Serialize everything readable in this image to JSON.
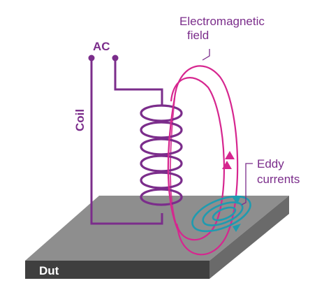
{
  "labels": {
    "ac": "AC",
    "coil": "Coil",
    "field_line1": "Electromagnetic",
    "field_line2": "field",
    "eddy_line1": "Eddy",
    "eddy_line2": "currents",
    "dut": "Dut"
  },
  "colors": {
    "coil": "#7b2d8b",
    "field": "#d6268f",
    "eddy": "#1f9bb0",
    "plate_top": "#8e8e8e",
    "plate_side": "#3f3f3f",
    "text": "#7b2d8b",
    "dut_text": "#ffffff"
  }
}
